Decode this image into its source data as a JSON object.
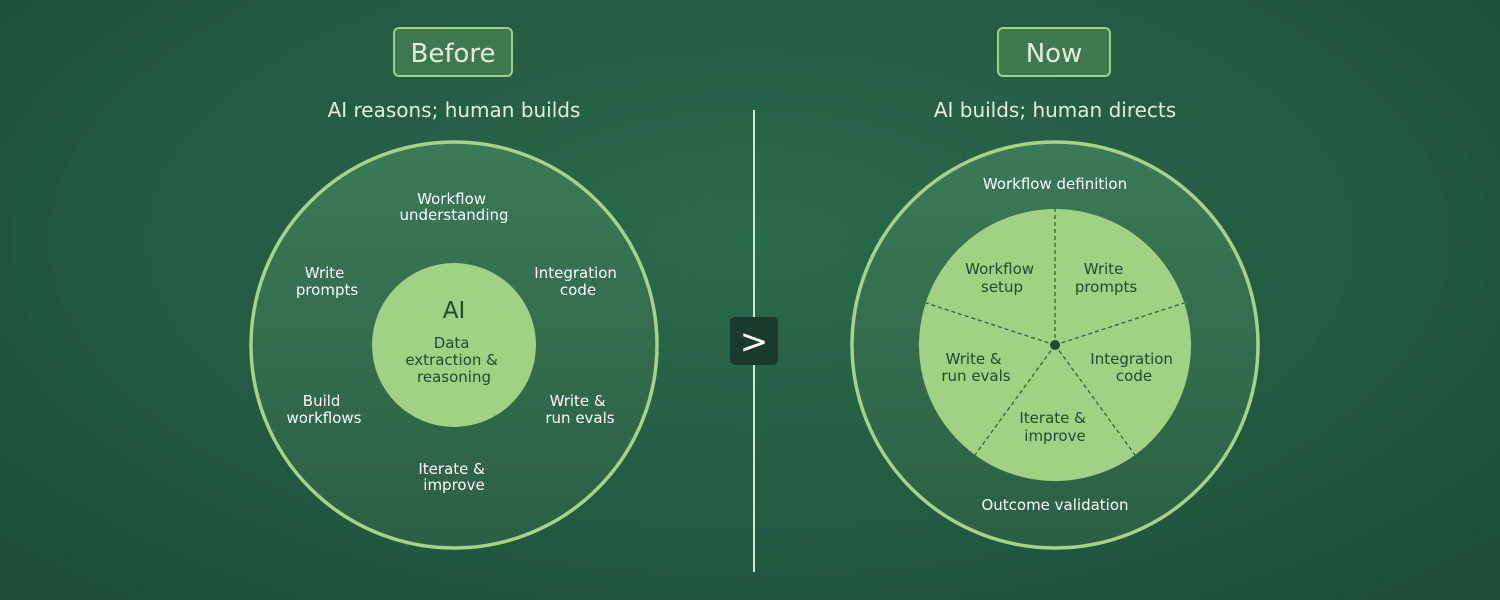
{
  "left": {
    "label": "Before",
    "subtitle": "AI reasons; human builds",
    "center_title": "AI",
    "center_lines": [
      "Data",
      "extraction &",
      "reasoning"
    ],
    "ring_items": [
      {
        "lines": [
          "Workflow",
          "understanding"
        ]
      },
      {
        "lines": [
          "Integration",
          "code"
        ]
      },
      {
        "lines": [
          "Write &",
          "run evals"
        ]
      },
      {
        "lines": [
          "Iterate &",
          "improve"
        ]
      },
      {
        "lines": [
          "Build",
          "workflows"
        ]
      },
      {
        "lines": [
          "Write",
          "prompts"
        ]
      }
    ]
  },
  "divider": {
    "arrow": ">"
  },
  "right": {
    "label": "Now",
    "subtitle": "AI builds; human directs",
    "top_label": "Workflow definition",
    "bottom_label": "Outcome validation",
    "segments": [
      {
        "lines": [
          "Workflow",
          "setup"
        ]
      },
      {
        "lines": [
          "Write",
          "prompts"
        ]
      },
      {
        "lines": [
          "Integration",
          "code"
        ]
      },
      {
        "lines": [
          "Iterate &",
          "improve"
        ]
      },
      {
        "lines": [
          "Write &",
          "run evals"
        ]
      }
    ]
  },
  "colors": {
    "outer_fill": "#2f6b4d",
    "ring_stroke": "#a3d488",
    "inner_fill": "#9fd283",
    "badge_fill": "#3d7a4f",
    "badge_stroke": "#9fcf85",
    "arrow_bg": "#1c3a2c",
    "dark_text": "#1f4a35"
  }
}
